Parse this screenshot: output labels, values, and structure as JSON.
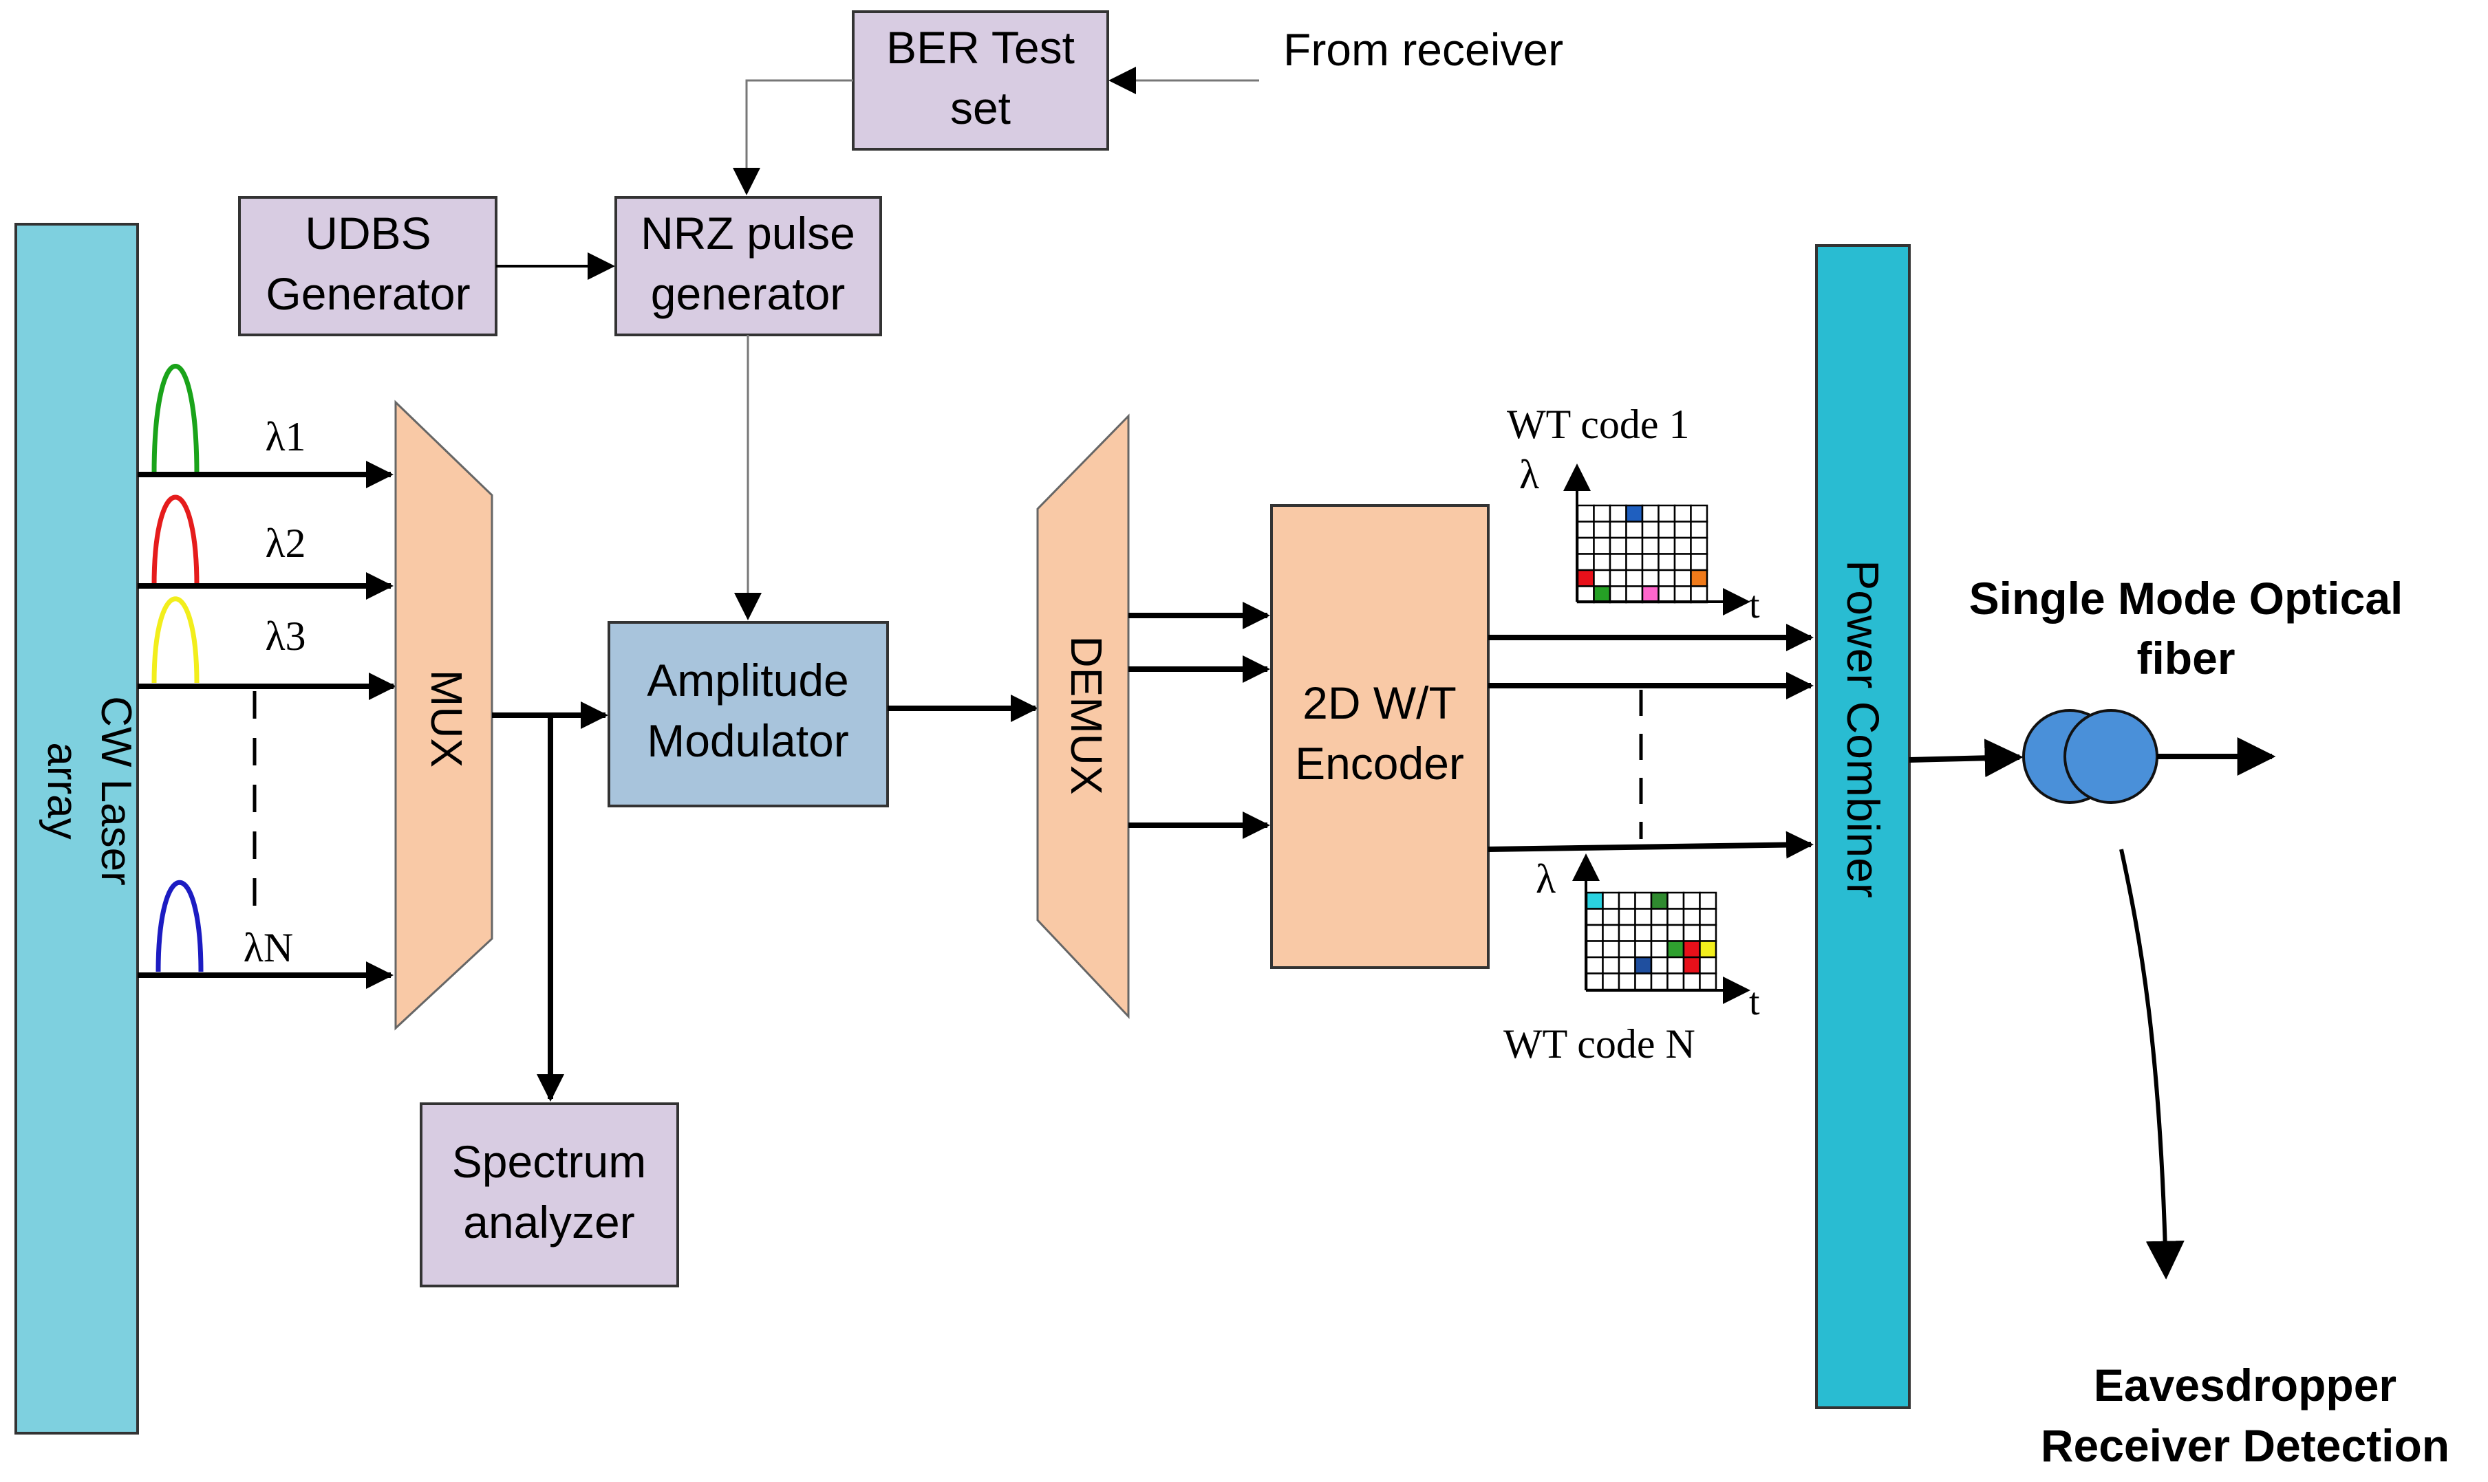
{
  "blocks": {
    "ber_test_set": [
      "BER Test",
      "set"
    ],
    "udbs_generator": [
      "UDBS",
      "Generator"
    ],
    "nrz_pulse_generator": [
      "NRZ pulse",
      "generator"
    ],
    "amplitude_modulator": [
      "Amplitude",
      "Modulator"
    ],
    "spectrum_analyzer": [
      "Spectrum",
      "analyzer"
    ],
    "encoder": [
      "2D W/T",
      "Encoder"
    ],
    "cw_laser_array": [
      "CW Laser",
      "array"
    ],
    "mux": "MUX",
    "demux": "DEMUX",
    "power_combiner": "Power Combiner"
  },
  "labels": {
    "from_receiver": "From receiver",
    "fiber": [
      "Single Mode Optical",
      "fiber"
    ],
    "eavesdropper": [
      "Eavesdropper",
      "Receiver Detection"
    ]
  },
  "wavelengths": [
    {
      "label": "λ1",
      "color": "#1aa31a"
    },
    {
      "label": "λ2",
      "color": "#e51c1c"
    },
    {
      "label": "λ3",
      "color": "#f2ee1c"
    },
    {
      "label": "λN",
      "color": "#1c1cc2"
    }
  ],
  "codes": {
    "code1": {
      "title": "WT code 1",
      "axis_lambda": "λ",
      "axis_t": "t",
      "cells": [
        {
          "row": 0,
          "col": 3,
          "color": "#1f5fbf"
        },
        {
          "row": 4,
          "col": 0,
          "color": "#e8101a"
        },
        {
          "row": 5,
          "col": 1,
          "color": "#25a025"
        },
        {
          "row": 5,
          "col": 4,
          "color": "#ff66cc"
        },
        {
          "row": 4,
          "col": 7,
          "color": "#f07a1a"
        }
      ]
    },
    "codeN": {
      "title": "WT code N",
      "axis_lambda": "λ",
      "axis_t": "t",
      "cells": [
        {
          "row": 0,
          "col": 0,
          "color": "#2ad2e0"
        },
        {
          "row": 0,
          "col": 4,
          "color": "#2f8a2f"
        },
        {
          "row": 3,
          "col": 5,
          "color": "#2fa02f"
        },
        {
          "row": 3,
          "col": 6,
          "color": "#e8101a"
        },
        {
          "row": 3,
          "col": 7,
          "color": "#f2ee1c"
        },
        {
          "row": 4,
          "col": 3,
          "color": "#1f4f9f"
        },
        {
          "row": 4,
          "col": 6,
          "color": "#e8101a"
        }
      ]
    }
  },
  "colors": {
    "purple_box": "#d8cce2",
    "laser_bar": "#7ed0df",
    "orange_box": "#f9c9a6",
    "modulator_box": "#a8c4dc",
    "combiner_bar": "#29bcd2",
    "fiber_coil": "#4a90d9"
  }
}
